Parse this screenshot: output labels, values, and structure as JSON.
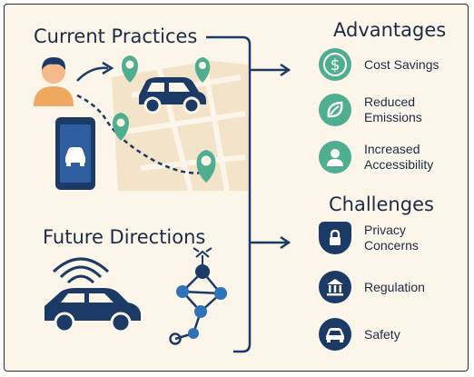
{
  "colors": {
    "background": "#fbf5ea",
    "navy": "#1c3a66",
    "green": "#4fae8f",
    "map": "#f2e3c9",
    "skin": "#f0a760"
  },
  "sections": {
    "current_practices": "Current Practices",
    "future_directions": "Future Directions",
    "advantages": {
      "title": "Advantages",
      "items": [
        {
          "icon": "dollar-icon",
          "label": "Cost Savings"
        },
        {
          "icon": "leaf-icon",
          "label": "Reduced Emissions"
        },
        {
          "icon": "person-icon",
          "label": "Increased Accessibility"
        }
      ]
    },
    "challenges": {
      "title": "Challenges",
      "items": [
        {
          "icon": "shield-lock-icon",
          "label": "Privacy Concerns"
        },
        {
          "icon": "bank-icon",
          "label": "Regulation"
        },
        {
          "icon": "car-icon",
          "label": "Safety"
        }
      ]
    }
  }
}
